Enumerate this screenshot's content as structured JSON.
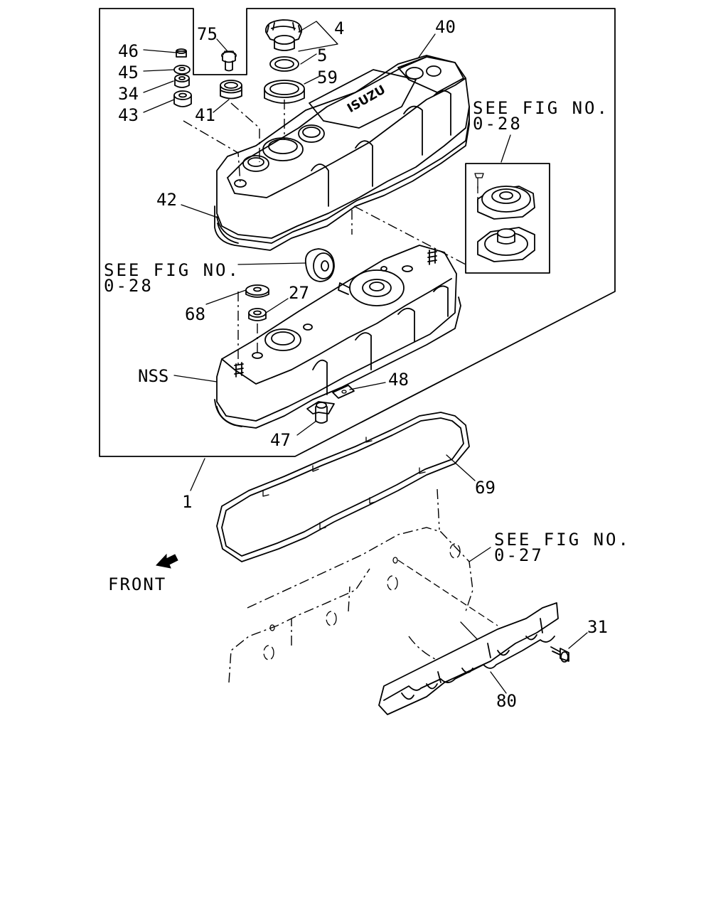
{
  "labels": {
    "p75": "75",
    "p4": "4",
    "p40": "40",
    "p46": "46",
    "p45": "45",
    "p34": "34",
    "p43": "43",
    "p5": "5",
    "p59": "59",
    "p41": "41",
    "p42": "42",
    "p68": "68",
    "p27": "27",
    "nss": "NSS",
    "p48": "48",
    "p47": "47",
    "p69": "69",
    "p1": "1",
    "p31": "31",
    "p80": "80"
  },
  "references": {
    "ref_upper_line1": "SEE FIG NO.",
    "ref_upper_line2": "0-28",
    "ref_left_line1": "SEE FIG NO.",
    "ref_left_line2": "0-28",
    "ref_lower_line1": "SEE FIG NO.",
    "ref_lower_line2": "0-27"
  },
  "front_label": "FRONT",
  "brand_text": "ISUZU",
  "colors": {
    "line": "#000000",
    "background": "#ffffff"
  }
}
